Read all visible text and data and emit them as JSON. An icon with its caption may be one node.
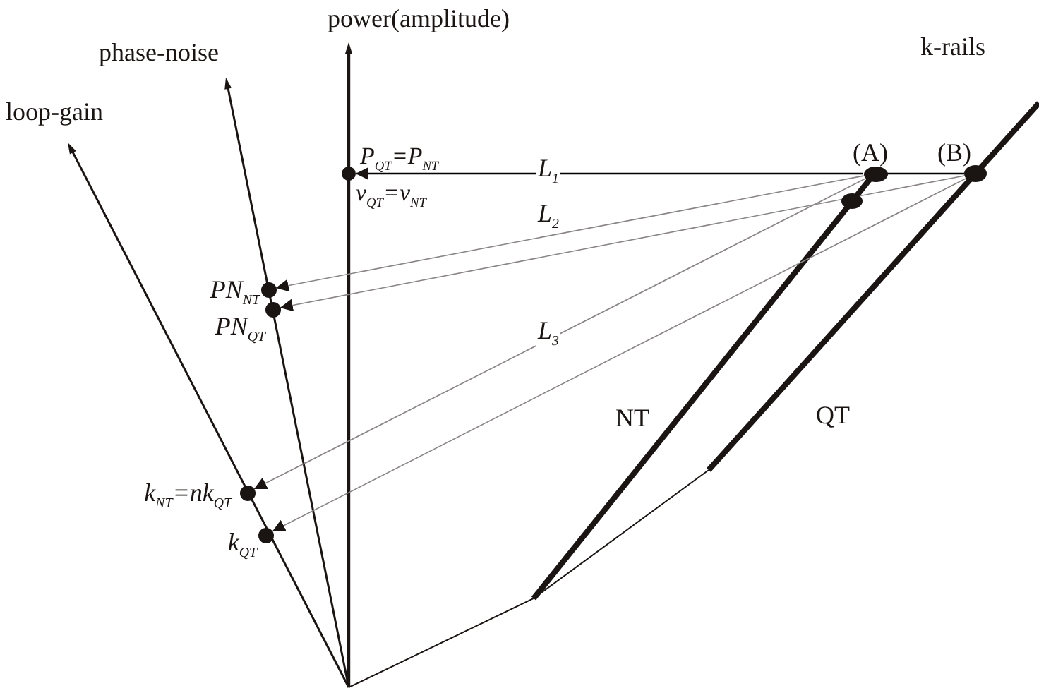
{
  "diagram": {
    "nodes": [
      {
        "text": [],
        "shape": "circle",
        "beside": [
          "P$_{QT}$=P$_{NT}$",
          "v$_{QT}$=v$_{NT}$"
        ]
      },
      {
        "text": [],
        "shape": "circle",
        "beside": [
          "PN$_{NT}$"
        ]
      },
      {
        "text": [],
        "shape": "circle",
        "beside": [
          "PN$_{QT}$"
        ]
      },
      {
        "text": [],
        "shape": "circle",
        "beside": [
          "k$_{NT}$=nk$_{QT}$"
        ]
      },
      {
        "text": [],
        "shape": "circle",
        "beside": [
          "k$_{QT}$"
        ]
      },
      {
        "text": [],
        "shape": "circle",
        "beside": [
          "(A)"
        ]
      },
      {
        "text": [],
        "shape": "circle"
      },
      {
        "text": [],
        "shape": "circle",
        "beside": [
          "(B)"
        ]
      }
    ],
    "edges": [
      {
        "from": 7,
        "to": 5,
        "arrow": "none",
        "color": "#000000"
      },
      {
        "from": 5,
        "to": 0,
        "arrow": "to",
        "label": "L$_{1}$",
        "color": "#000000"
      },
      {
        "from": 5,
        "to": 1,
        "arrow": "to",
        "label": "L$_{2}$"
      },
      {
        "from": 7,
        "to": 2,
        "arrow": "to"
      },
      {
        "from": 5,
        "to": 3,
        "arrow": "to",
        "label": "L$_{3}$"
      },
      {
        "from": 7,
        "to": 4,
        "arrow": "to"
      }
    ],
    "labels": [
      "power(amplitude)",
      "phase-noise",
      "loop-gain",
      "k-rails",
      "NT",
      "QT"
    ]
  }
}
